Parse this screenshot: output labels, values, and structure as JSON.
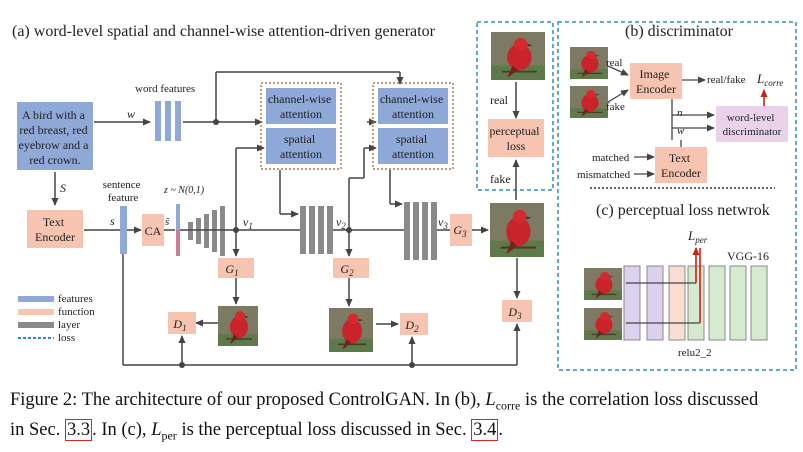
{
  "sections": {
    "a_title": "(a) word-level spatial and channel-wise attention-driven generator",
    "b_title": "(b) discriminator",
    "c_title": "(c) perceptual loss netwrok"
  },
  "input_text": [
    "A bird with a",
    "red breast, red",
    "eyebrow and a",
    "red crown."
  ],
  "labels": {
    "S": "S",
    "text_encoder": [
      "Text",
      "Encoder"
    ],
    "word_features": "word features",
    "w": "w",
    "sentence_feature": [
      "sentence",
      "feature"
    ],
    "s": "s",
    "ca": "CA",
    "noise": "z ~ N(0,1)",
    "s_tilde": "s̃",
    "v1": "v",
    "v1_sub": "1",
    "v2": "v",
    "v2_sub": "2",
    "v3": "v",
    "v3_sub": "3",
    "channel_attention": [
      "channel-wise",
      "attention"
    ],
    "spatial_attention": [
      "spatial",
      "attention"
    ],
    "G1": "G",
    "G1_sub": "1",
    "G2": "G",
    "G2_sub": "2",
    "G3": "G",
    "G3_sub": "3",
    "D1": "D",
    "D1_sub": "1",
    "D2": "D",
    "D2_sub": "2",
    "D3": "D",
    "D3_sub": "3",
    "real": "real",
    "fake": "fake",
    "perceptual_loss": [
      "perceptual",
      "loss"
    ],
    "image_encoder": [
      "Image",
      "Encoder"
    ],
    "real_fake": "real/fake",
    "L_corre": "L",
    "L_corre_sub": "corre",
    "disc_real": "real",
    "disc_fake": "fake",
    "n": "n",
    "w2": "w",
    "word_level_disc": [
      "word-level",
      "discriminator"
    ],
    "matched": "matched",
    "mismatched": "mismatched",
    "text_encoder2": [
      "Text",
      "Encoder"
    ],
    "L_per": "L",
    "L_per_sub": "per",
    "vgg": "VGG-16",
    "relu": "relu2_2"
  },
  "legend": [
    {
      "label": "features",
      "color": "#8ea8d8"
    },
    {
      "label": "function",
      "color": "#f6c4b0"
    },
    {
      "label": "layer",
      "color": "#8a8a8a"
    },
    {
      "label": "loss",
      "color": "#2a8fbf"
    }
  ],
  "caption": {
    "line1_a": "Figure 2: The architecture of our proposed ControlGAN. In (b), ",
    "line1_L": "L",
    "line1_sub": "corre",
    "line1_b": " is the correlation loss discussed",
    "line2_a": "in Sec. ",
    "ref1": "3.3",
    "line2_b": ". In (c), ",
    "line2_L": "L",
    "line2_sub": "per",
    "line2_c": " is the perceptual loss discussed in Sec. ",
    "ref2": "3.4",
    "line2_d": "."
  },
  "colors": {
    "features": "#8ea8d8",
    "function": "#f6c4b0",
    "layer": "#8a8a8a",
    "loss_border": "#2a8fbf",
    "vgg_purple": "#ddd0ee",
    "vgg_green": "#d6ead0",
    "disc_pink": "#ead3ea"
  }
}
